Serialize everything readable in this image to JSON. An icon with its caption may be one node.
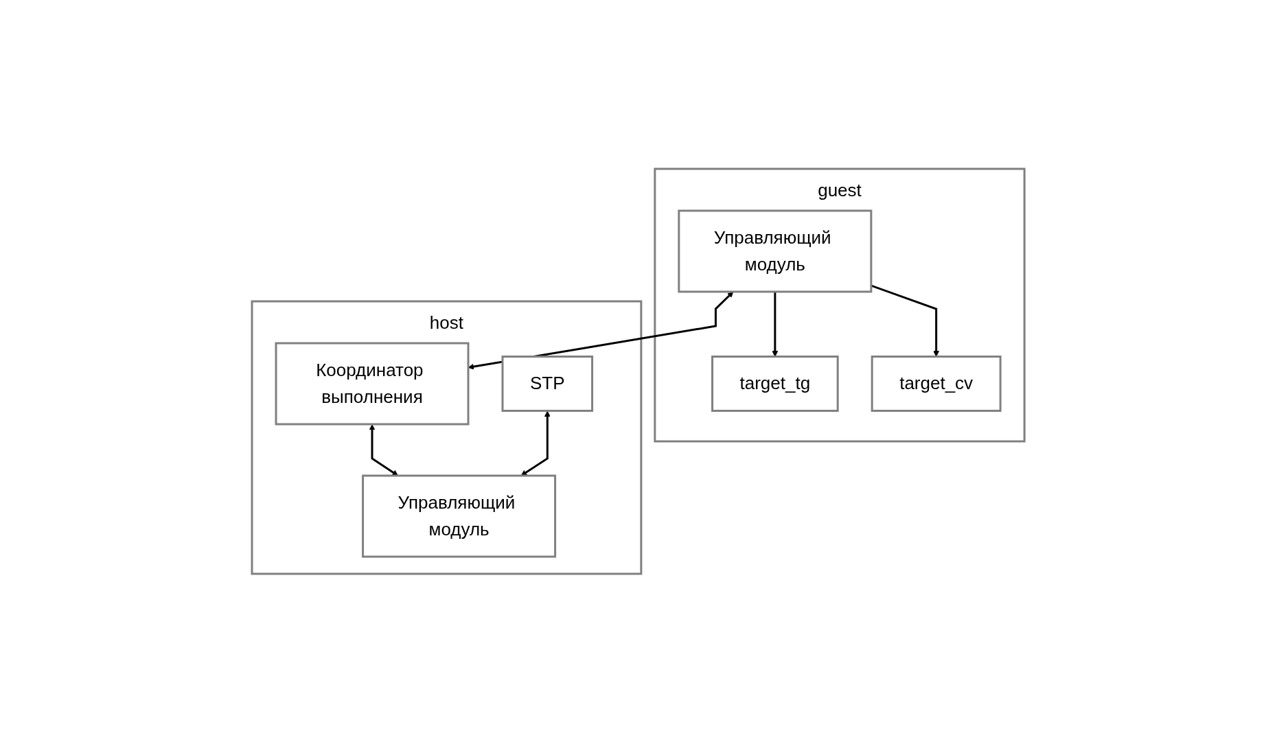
{
  "diagram": {
    "nodes": [
      {
        "text": [
          "guest"
        ]
      },
      {
        "text": [
          "Управляющий модуль"
        ],
        "in": 0
      },
      {
        "text": [
          "target_tg"
        ],
        "in": 0
      },
      {
        "text": [
          "target_cv"
        ],
        "in": 0
      },
      {
        "text": [
          "host"
        ]
      },
      {
        "text": [
          "STP"
        ],
        "in": 4
      },
      {
        "text": [
          "Координатор выполнения"
        ],
        "in": 4
      },
      {
        "text": [
          "Управляющий модуль"
        ],
        "in": 4
      }
    ],
    "edges": [
      {
        "from": 1,
        "to": 6,
        "arrow": "both"
      },
      {
        "from": 1,
        "to": 2,
        "arrow": "to"
      },
      {
        "from": 1,
        "to": 3,
        "arrow": "to"
      },
      {
        "from": 6,
        "to": 7,
        "arrow": "both"
      },
      {
        "from": 5,
        "to": 7,
        "arrow": "both"
      }
    ]
  }
}
